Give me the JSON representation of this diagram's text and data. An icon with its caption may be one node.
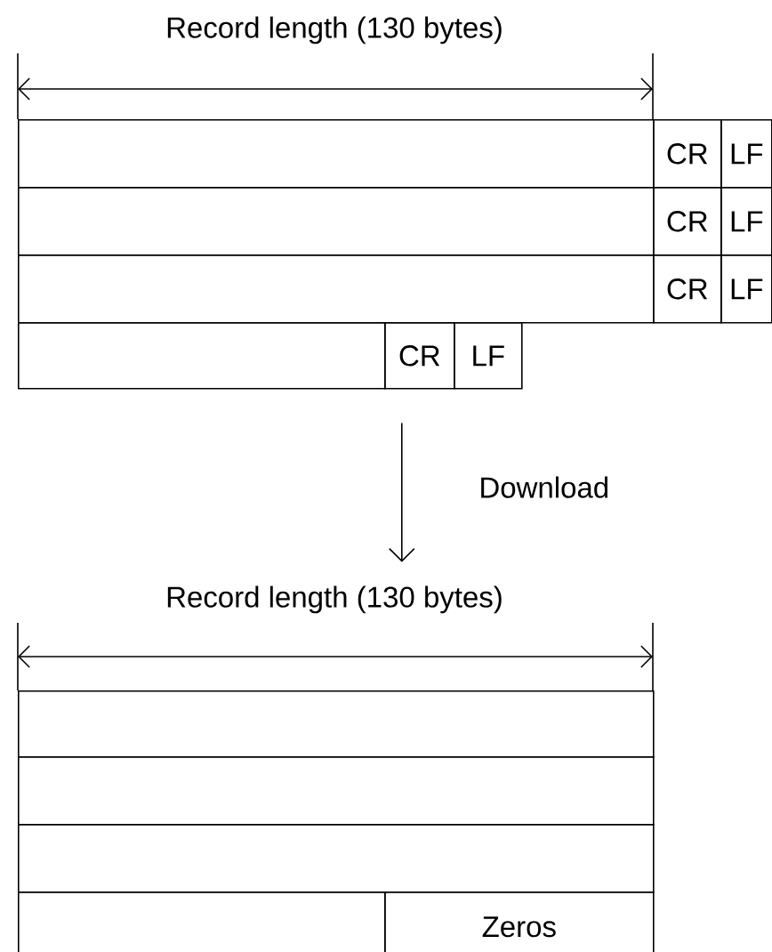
{
  "diagram": {
    "nodes": [
      {
        "text": [],
        "shape": "box"
      },
      {
        "text": [
          "CR"
        ]
      },
      {
        "text": [
          "LF"
        ]
      },
      {
        "text": [],
        "shape": "box"
      },
      {
        "text": [
          "CR"
        ]
      },
      {
        "text": [
          "LF"
        ]
      },
      {
        "text": [],
        "shape": "box"
      },
      {
        "text": [
          "CR"
        ]
      },
      {
        "text": [
          "LF"
        ]
      },
      {
        "text": [],
        "shape": "box"
      },
      {
        "text": [
          "CR"
        ]
      },
      {
        "text": [
          "LF"
        ]
      },
      {
        "text": [
          "Record length (130 bytes)"
        ]
      },
      {
        "text": [],
        "shape": "box"
      },
      {
        "text": [],
        "shape": "box"
      },
      {
        "text": [],
        "shape": "box"
      },
      {
        "text": [],
        "shape": "box"
      },
      {
        "text": [
          "Zeros"
        ]
      }
    ],
    "edges": [
      {
        "from": 10,
        "to": 12,
        "arrow": "to",
        "label": "Download"
      }
    ],
    "labels": [
      "Record length (130 bytes)"
    ]
  }
}
